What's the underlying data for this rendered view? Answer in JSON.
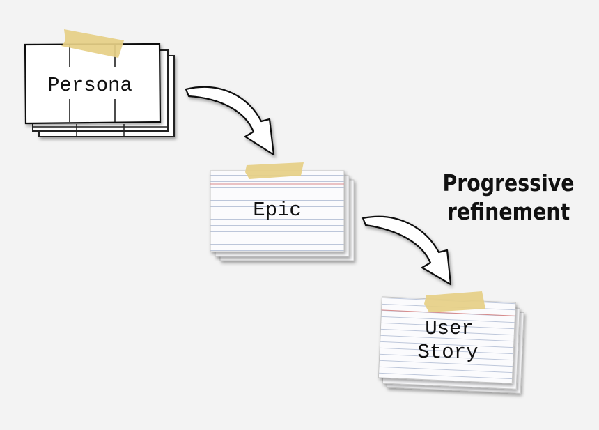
{
  "cards": {
    "persona": {
      "label": "Persona"
    },
    "epic": {
      "label": "Epic"
    },
    "user_story": {
      "label_line1": "User",
      "label_line2": "Story"
    }
  },
  "headline": {
    "line1": "Progressive",
    "line2": "refinement"
  },
  "colors": {
    "background": "#f3f3f3",
    "tape": "#e6cf85",
    "card_line": "#b8c4da",
    "ink": "#111111"
  }
}
